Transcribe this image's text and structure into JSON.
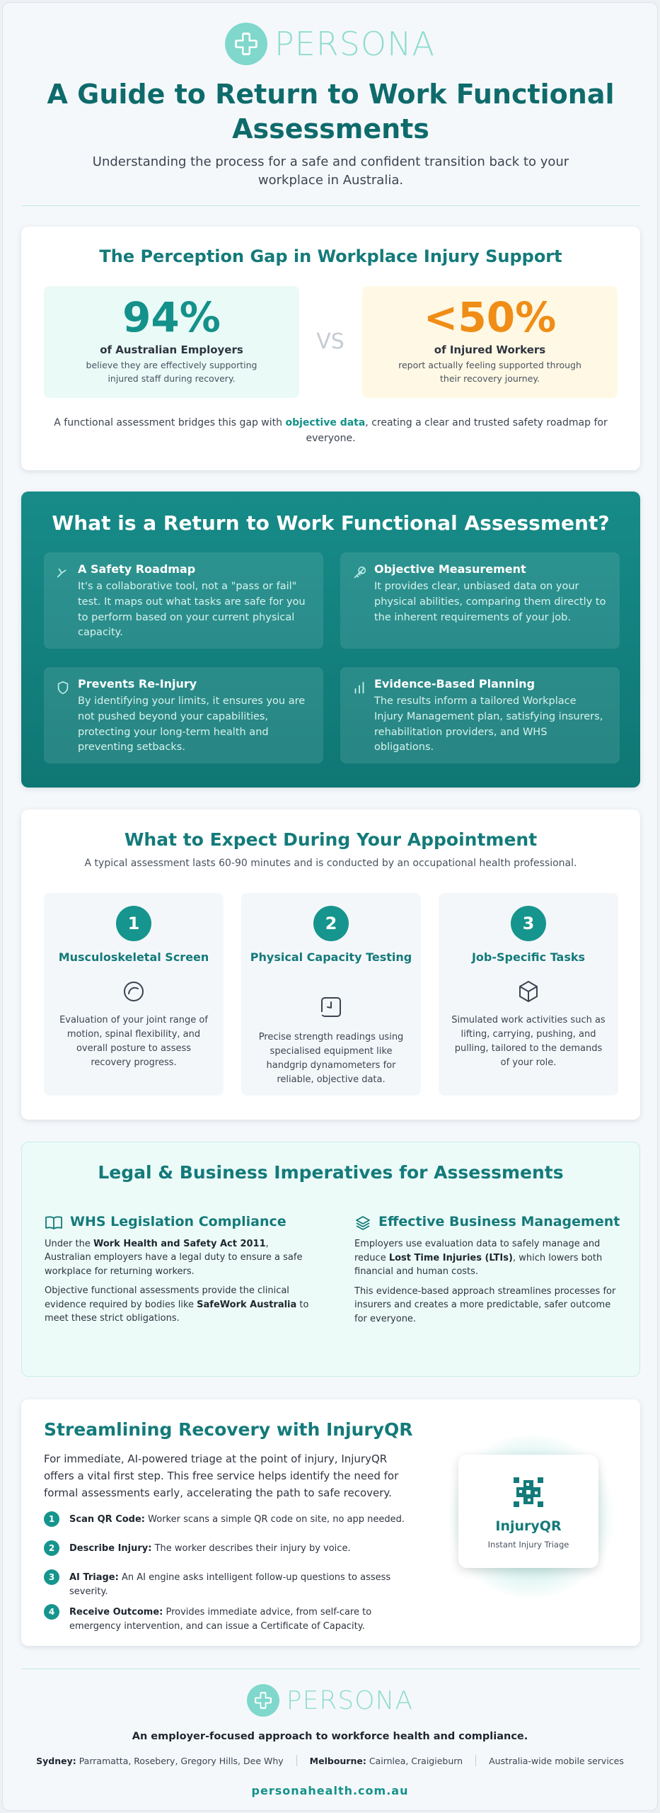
{
  "brand": {
    "name": "PERSONA",
    "color_primary": "#147a7a",
    "color_accent": "#7fd8cb",
    "color_orange": "#ef8d16"
  },
  "hero": {
    "title": "A Guide to Return to Work Functional Assessments",
    "subtitle": "Understanding the process for a safe and confident transition back to your workplace in Australia."
  },
  "perception": {
    "title": "The Perception Gap in Workplace Injury Support",
    "left": {
      "value": "94%",
      "label": "of Australian Employers",
      "desc": "believe they are effectively supporting injured staff during recovery."
    },
    "vs": "VS",
    "right": {
      "value": "<50%",
      "label": "of Injured Workers",
      "desc": "report actually feeling supported through their recovery journey."
    },
    "note_pre": "A functional assessment bridges this gap with ",
    "note_bold": "objective data",
    "note_post": ", creating a clear and trusted safety roadmap for everyone."
  },
  "what": {
    "title": "What is a Return to Work Functional Assessment?",
    "features": [
      {
        "icon": "route-icon",
        "title": "A Safety Roadmap",
        "desc": "It's a collaborative tool, not a \"pass or fail\" test. It maps out what tasks are safe for you to perform based on your current physical capacity."
      },
      {
        "icon": "ruler-pencil-icon",
        "title": "Objective Measurement",
        "desc": "It provides clear, unbiased data on your physical abilities, comparing them directly to the inherent requirements of your job."
      },
      {
        "icon": "shield-icon",
        "title": "Prevents Re-Injury",
        "desc": "By identifying your limits, it ensures you are not pushed beyond your capabilities, protecting your long-term health and preventing setbacks."
      },
      {
        "icon": "bar-chart-icon",
        "title": "Evidence-Based Planning",
        "desc": "The results inform a tailored Workplace Injury Management plan, satisfying insurers, rehabilitation providers, and WHS obligations."
      }
    ]
  },
  "expect": {
    "title": "What to Expect During Your Appointment",
    "intro": "A typical assessment lasts 60-90 minutes and is conducted by an occupational health professional.",
    "steps": [
      {
        "num": "1",
        "title": "Musculoskeletal Screen",
        "icon": "rotate-icon",
        "desc": "Evaluation of your joint range of motion, spinal flexibility, and overall posture to assess recovery progress."
      },
      {
        "num": "2",
        "title": "Physical Capacity Testing",
        "icon": "gauge-icon",
        "desc": "Precise strength readings using specialised equipment like handgrip dynamometers for reliable, objective data."
      },
      {
        "num": "3",
        "title": "Job-Specific Tasks",
        "icon": "box-icon",
        "desc": "Simulated work activities such as lifting, carrying, pushing, and pulling, tailored to the demands of your role."
      }
    ]
  },
  "legal": {
    "title": "Legal & Business Imperatives for Assessments",
    "whs": {
      "title": "WHS Legislation Compliance",
      "p1_pre": "Under the ",
      "p1_bold": "Work Health and Safety Act 2011",
      "p1_post": ", Australian employers have a legal duty to ensure a safe workplace for returning workers.",
      "p2_pre": "Objective functional assessments provide the clinical evidence required by bodies like ",
      "p2_bold": "SafeWork Australia",
      "p2_post": " to meet these strict obligations."
    },
    "biz": {
      "title": "Effective Business Management",
      "p1_pre": "Employers use evaluation data to safely manage and reduce ",
      "p1_bold": "Lost Time Injuries (LTIs)",
      "p1_post": ", which lowers both financial and human costs.",
      "p2": "This evidence-based approach streamlines processes for insurers and creates a more predictable, safer outcome for everyone."
    }
  },
  "injuryqr": {
    "title": "Streamlining Recovery with InjuryQR",
    "intro": "For immediate, AI-powered triage at the point of injury, InjuryQR offers a vital first step. This free service helps identify the need for formal assessments early, accelerating the path to safe recovery.",
    "steps": [
      {
        "num": "1",
        "bold": "Scan QR Code:",
        "text": " Worker scans a simple QR code on site, no app needed."
      },
      {
        "num": "2",
        "bold": "Describe Injury:",
        "text": " The worker describes their injury by voice."
      },
      {
        "num": "3",
        "bold": "AI Triage:",
        "text": " An AI engine asks intelligent follow-up questions to assess severity."
      },
      {
        "num": "4",
        "bold": "Receive Outcome:",
        "text": " Provides immediate advice, from self-care to emergency intervention, and can issue a Certificate of Capacity."
      }
    ],
    "card_name": "InjuryQR",
    "card_sub": "Instant Injury Triage"
  },
  "footer": {
    "tagline": "An employer-focused approach to workforce health and compliance.",
    "loc1_city": "Sydney:",
    "loc1_areas": " Parramatta, Rosebery, Gregory Hills, Dee Why",
    "loc2_city": "Melbourne:",
    "loc2_areas": " Cairnlea, Craigieburn",
    "loc3": "Australia-wide mobile services",
    "url": "personahealth.com.au"
  }
}
